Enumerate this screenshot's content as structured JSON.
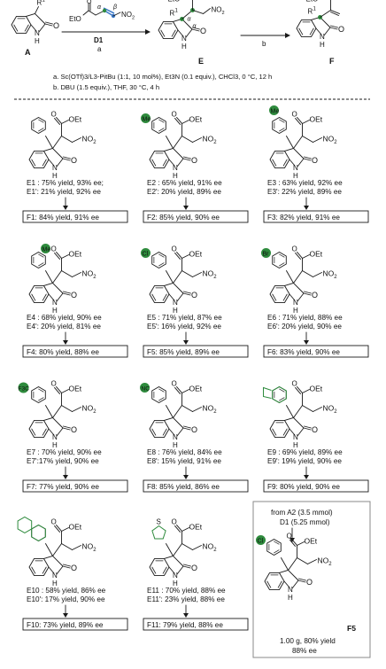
{
  "header": {
    "reactant_a_label": "A",
    "reactant_a_substituent": "R",
    "reactant_a_superscript": "1",
    "reagent_d1_label": "D1",
    "reagent_d1_ester": "EtO",
    "reagent_d1_no2": "NO",
    "reagent_d1_no2_sub": "2",
    "alpha_symbol": "α",
    "beta_symbol": "β",
    "arrow1_letter": "a",
    "product_e_label": "E",
    "arrow2_letter": "b",
    "product_f_label": "F",
    "ester_label": "EtO",
    "oxo": "O",
    "nh": "N",
    "nh_h": "H"
  },
  "conditions": {
    "a": "a. Sc(OTf)3/L3-PitBu (1:1, 10 mol%), Et3N (0.1 equiv.), CHCl3, 0 °C, 12 h",
    "b": "b. DBU (1.5 equiv.), THF, 30 °C, 4 h"
  },
  "structure_labels": {
    "oet": "OEt",
    "no2": "NO",
    "no2_sub": "2",
    "o": "O",
    "n": "N",
    "h": "H",
    "me": "Me",
    "cl": "Cl",
    "br": "Br",
    "f3c": "F3C",
    "nc": "NC",
    "s": "S"
  },
  "entries": [
    {
      "e": "E1 : 75% yield, 93% ee;",
      "e2": "E1': 21% yield, 92% ee",
      "f": "F1: 84% yield, 91% ee",
      "substituent": "none"
    },
    {
      "e": "E2 : 65% yield, 91% ee",
      "e2": "E2': 20% yield, 89% ee",
      "f": "F2: 85% yield, 90% ee",
      "substituent": "me-para"
    },
    {
      "e": "E3 : 63% yield, 92% ee",
      "e2": "E3': 22% yield, 89% ee",
      "f": "F3: 82% yield, 91% ee",
      "substituent": "me-meta"
    },
    {
      "e": "E4 : 68% yield, 90% ee",
      "e2": "E4': 20% yield, 81% ee",
      "f": "F4: 80% yield, 88% ee",
      "substituent": "me-ortho"
    },
    {
      "e": "E5 : 71% yield, 87% ee",
      "e2": "E5': 16% yield, 92% ee",
      "f": "F5: 85% yield, 89% ee",
      "substituent": "cl-para"
    },
    {
      "e": "E6 : 71% yield, 88% ee",
      "e2": "E6': 20% yield, 90% ee",
      "f": "F6: 83% yield, 90% ee",
      "substituent": "br-para"
    },
    {
      "e": "E7 : 70% yield, 90% ee",
      "e2": "E7':17% yield, 90% ee",
      "f": "F7: 77% yield, 90% ee",
      "substituent": "cf3-para"
    },
    {
      "e": "E8 : 76% yield, 84% ee",
      "e2": "E8': 15% yield, 91% ee",
      "f": "F8: 85% yield, 86% ee",
      "substituent": "cn-para"
    },
    {
      "e": "E9 : 69% yield, 89% ee",
      "e2": "E9': 19% yield, 90% ee",
      "f": "F9: 80% yield, 90% ee",
      "substituent": "methylenedioxy"
    },
    {
      "e": "E10 : 58% yield, 86% ee",
      "e2": "E10': 17% yield, 90% ee",
      "f": "F10: 73% yield, 89% ee",
      "substituent": "naphthyl"
    },
    {
      "e": "E11 : 70% yield, 88% ee",
      "e2": "E11': 23% yield, 88% ee",
      "f": "F11: 79% yield, 88% ee",
      "substituent": "thienyl"
    }
  ],
  "scaleup": {
    "line1": "from A2 (3.5 mmol)",
    "line2": "D1 (5.25 mmol)",
    "product_label": "F5",
    "result1": "1.00 g, 80% yield",
    "result2": "88% ee",
    "substituent": "cl-para"
  },
  "colors": {
    "green": "#2e8b3d",
    "blue": "#3b78c7",
    "line": "#1a1a1a"
  }
}
